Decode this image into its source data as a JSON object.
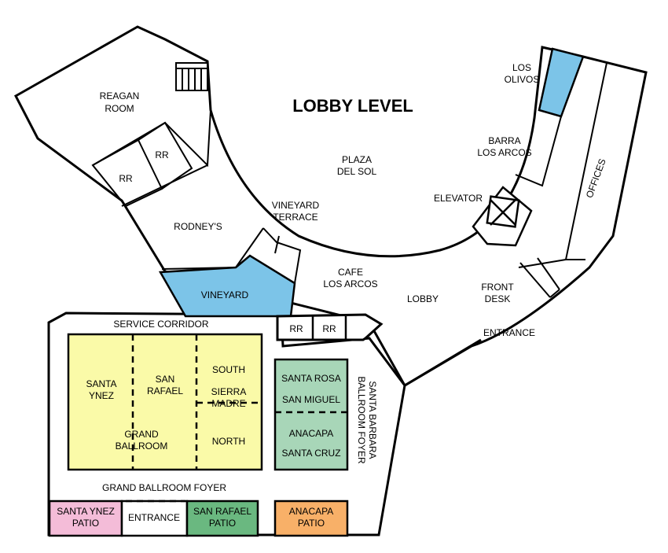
{
  "title": "LOBBY LEVEL",
  "colors": {
    "ballroom": "#fafaa8",
    "santa_rosa_group": "#a8d6b8",
    "vineyard": "#7cc4e8",
    "los_olivos": "#7cc4e8",
    "santa_ynez_patio": "#f4bcd8",
    "san_rafael_patio": "#6ab880",
    "anacapa_patio": "#f8b068"
  },
  "icons": {
    "stairs": "stairs-icon",
    "elevator": "elevator-icon"
  },
  "labels": {
    "reagan_room": [
      "REAGAN",
      "ROOM"
    ],
    "rr_upper_left": "RR",
    "rr_upper_right": "RR",
    "rodneys": "RODNEY'S",
    "vineyard_terrace": [
      "VINEYARD",
      "TERRACE"
    ],
    "vineyard": "VINEYARD",
    "plaza_del_sol": [
      "PLAZA",
      "DEL SOL"
    ],
    "cafe_los_arcos": [
      "CAFE",
      "LOS ARCOS"
    ],
    "lobby": "LOBBY",
    "elevator": "ELEVATOR",
    "barra_los_arcos": [
      "BARRA",
      "LOS ARCOS"
    ],
    "los_olivos": [
      "LOS",
      "OLIVOS"
    ],
    "offices": "OFFICES",
    "front_desk": [
      "FRONT",
      "DESK"
    ],
    "entrance_main": "ENTRANCE",
    "service_corridor": "SERVICE CORRIDOR",
    "rr_lower_1": "RR",
    "rr_lower_2": "RR",
    "santa_ynez": [
      "SANTA",
      "YNEZ"
    ],
    "san_rafael": [
      "SAN",
      "RAFAEL"
    ],
    "south": "SOUTH",
    "sierra_madre": [
      "SIERRA",
      "MADRE"
    ],
    "north": "NORTH",
    "grand_ballroom": [
      "GRAND",
      "BALLROOM"
    ],
    "santa_rosa": "SANTA ROSA",
    "san_miguel": "SAN MIGUEL",
    "anacapa": "ANACAPA",
    "santa_cruz": "SANTA CRUZ",
    "santa_barbara_foyer": [
      "SANTA BARBARA",
      "BALLROOM FOYER"
    ],
    "grand_ballroom_foyer": "GRAND BALLROOM FOYER",
    "santa_ynez_patio": [
      "SANTA YNEZ",
      "PATIO"
    ],
    "entrance_patio": "ENTRANCE",
    "san_rafael_patio": [
      "SAN RAFAEL",
      "PATIO"
    ],
    "anacapa_patio": [
      "ANACAPA",
      "PATIO"
    ]
  }
}
